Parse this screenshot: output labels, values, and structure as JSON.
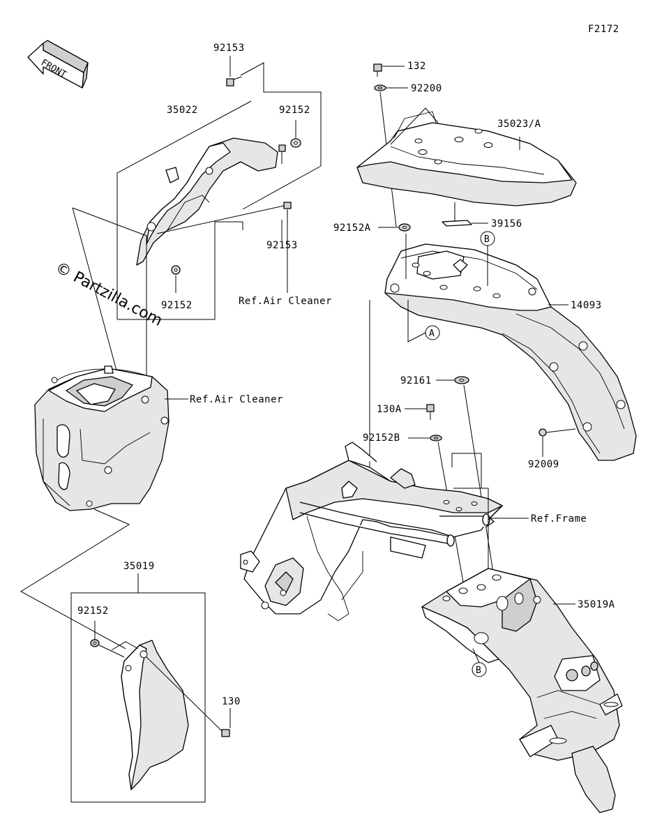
{
  "figure_code": "F2172",
  "front_arrow": {
    "label": "FRONT",
    "icon": "front-arrow-icon"
  },
  "watermark": "© Partzilla.com",
  "labels": {
    "p92153_top": "92153",
    "p35022": "35022",
    "p92152_right": "92152",
    "p92153_mid": "92153",
    "p92152_low": "92152",
    "ref_air_cleaner_1": "Ref.Air Cleaner",
    "ref_air_cleaner_2": "Ref.Air Cleaner",
    "p35019": "35019",
    "p92152_box": "92152",
    "p130": "130",
    "p132": "132",
    "p92200": "92200",
    "p35023A": "35023/A",
    "p92152A": "92152A",
    "p39156": "39156",
    "p14093": "14093",
    "marker_B_top": "B",
    "marker_A": "A",
    "p92161": "92161",
    "p130A": "130A",
    "p92152B": "92152B",
    "p92009": "92009",
    "ref_frame": "Ref.Frame",
    "p35019A": "35019A",
    "marker_B_bottom": "B"
  }
}
